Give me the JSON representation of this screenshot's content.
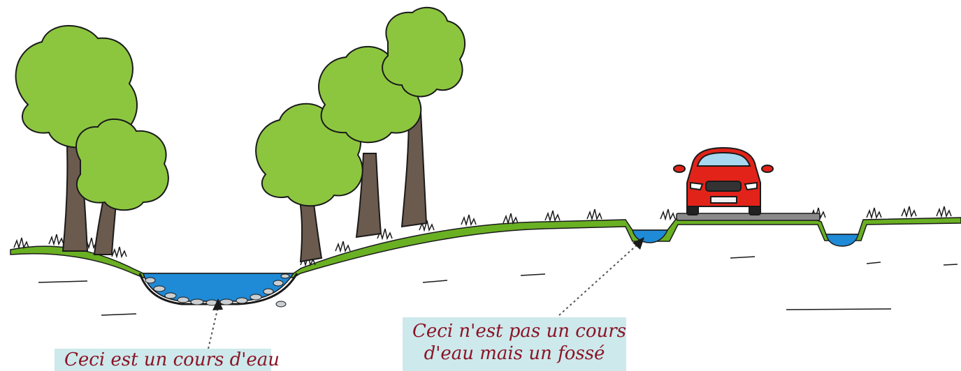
{
  "labels": {
    "stream": "Ceci est un cours d'eau",
    "ditch_line1": "Ceci n'est pas un cours",
    "ditch_line2": "d'eau mais un fossé"
  },
  "colors": {
    "foliage": "#8cc63f",
    "foliage_outline": "#1a1a1a",
    "trunk": "#6b5a4e",
    "ground_grass": "#6ab023",
    "water": "#1f8ad6",
    "car_body": "#e2231a",
    "road": "#8a8a8a",
    "label_bg": "#cde9ec",
    "label_text": "#8b1426"
  }
}
